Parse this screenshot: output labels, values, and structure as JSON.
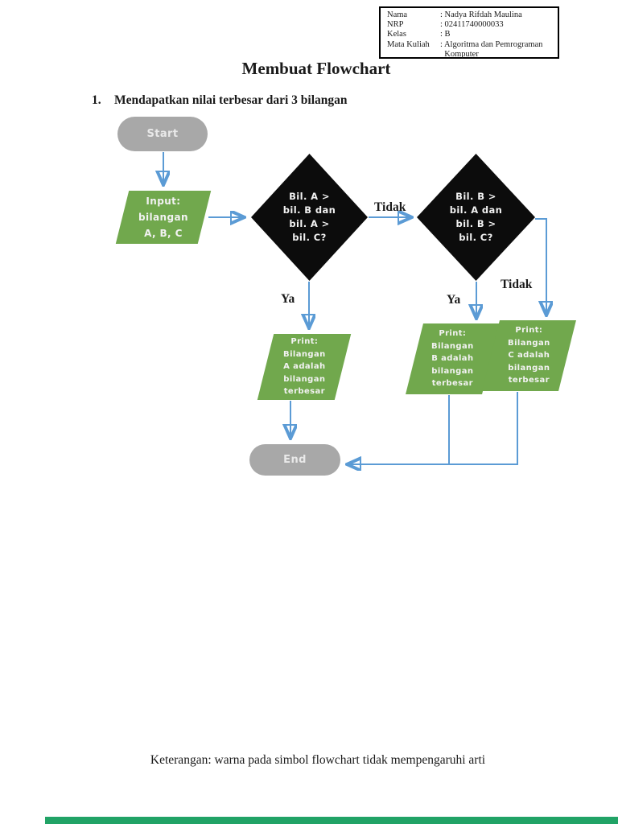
{
  "header_box": {
    "rows": [
      {
        "label": "Nama",
        "value": ": Nadya Rifdah Maulina"
      },
      {
        "label": "NRP",
        "value": ": 02411740000033"
      },
      {
        "label": "Kelas",
        "value": ": B"
      },
      {
        "label": "Mata Kuliah",
        "value": ": Algoritma dan Pemrograman\n  Komputer"
      }
    ]
  },
  "title": "Membuat Flowchart",
  "section": {
    "number": "1.",
    "text": "Mendapatkan nilai terbesar dari 3 bilangan"
  },
  "flowchart": {
    "start": "Start",
    "input": "Input:\nbilangan\nA, B, C",
    "decision1": "Bil. A >\nbil. B dan\nbil. A >\nbil. C?",
    "decision2": "Bil. B >\nbil. A dan\nbil. B >\nbil. C?",
    "print_a": "Print:\nBilangan\nA adalah\nbilangan\nterbesar",
    "print_b": "Print:\nBilangan\nB adalah\nbilangan\nterbesar",
    "print_c": "Print:\nBilangan\nC adalah\nbilangan\nterbesar",
    "end": "End",
    "labels": {
      "tidak1": "Tidak",
      "ya1": "Ya",
      "ya2": "Ya",
      "tidak2": "Tidak"
    }
  },
  "caption": "Keterangan: warna pada simbol flowchart tidak mempengaruhi arti",
  "colors": {
    "shape_green": "#71a84d",
    "shape_gray": "#a8a8a8",
    "decision_black": "#0c0c0c",
    "arrow_blue": "#5b9bd5",
    "footer_bar_green": "#21a366"
  }
}
